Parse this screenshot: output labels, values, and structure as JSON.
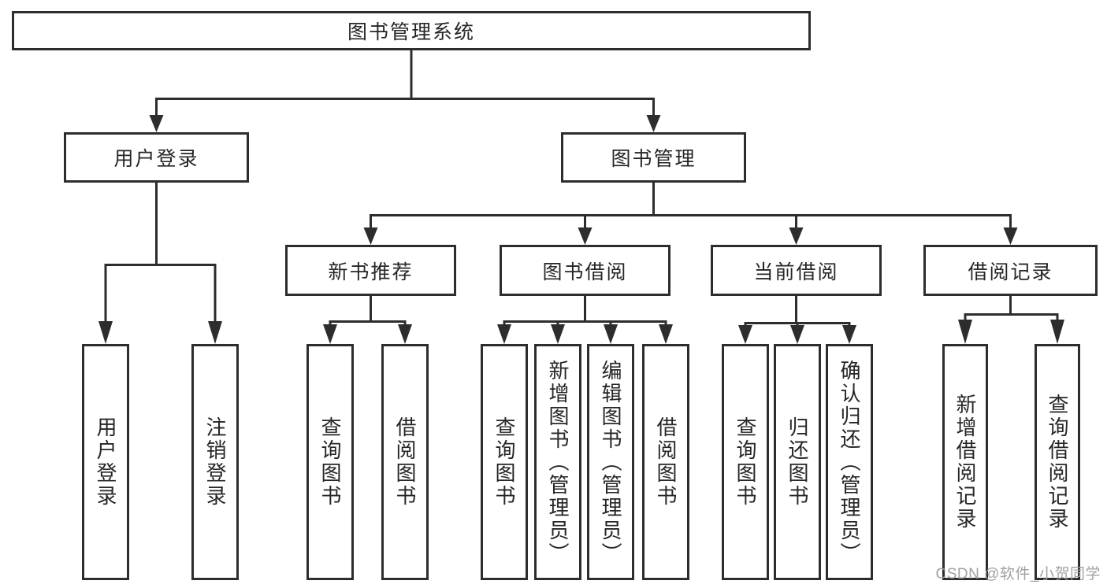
{
  "colors": {
    "background": "#ffffff",
    "line": "#2d2d2d",
    "box_border": "#2d2d2d",
    "box_fill": "#ffffff",
    "text": "#262626",
    "watermark": "#9c9c9c"
  },
  "tree": {
    "root": {
      "label": "图书管理系统",
      "children": [
        {
          "label": "用户登录",
          "children": [
            {
              "label": "用户登录"
            },
            {
              "label": "注销登录"
            }
          ]
        },
        {
          "label": "图书管理",
          "children": [
            {
              "label": "新书推荐",
              "children": [
                {
                  "label": "查询图书"
                },
                {
                  "label": "借阅图书"
                }
              ]
            },
            {
              "label": "图书借阅",
              "children": [
                {
                  "label": "查询图书"
                },
                {
                  "label": "新增图书（管理员）"
                },
                {
                  "label": "编辑图书（管理员）"
                },
                {
                  "label": "借阅图书"
                }
              ]
            },
            {
              "label": "当前借阅",
              "children": [
                {
                  "label": "查询图书"
                },
                {
                  "label": "归还图书"
                },
                {
                  "label": "确认归还（管理员）"
                }
              ]
            },
            {
              "label": "借阅记录",
              "children": [
                {
                  "label": "新增借阅记录"
                },
                {
                  "label": "查询借阅记录"
                }
              ]
            }
          ]
        }
      ]
    }
  },
  "watermark": {
    "text": "CSDN @软件_小贺同学"
  }
}
